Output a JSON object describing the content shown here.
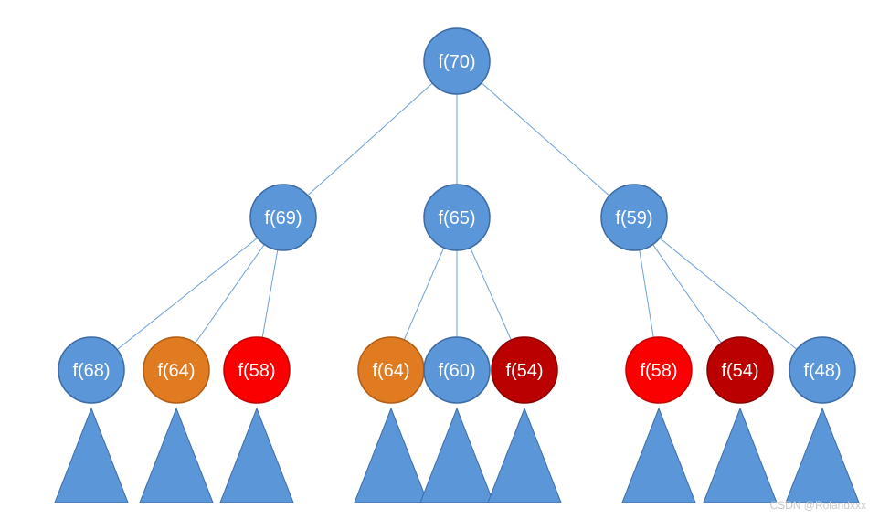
{
  "colors": {
    "blue_fill": "#5b97d8",
    "blue_stroke": "#3c6aa3",
    "orange_fill": "#e07b22",
    "orange_stroke": "#b35d12",
    "red_fill": "#fb0000",
    "red_stroke": "#c40000",
    "darkred_fill": "#bb0000",
    "darkred_stroke": "#8a0000",
    "edge": "#6a9fd8",
    "subtree_fill": "#5b97d8",
    "subtree_stroke": "#3c6aa3"
  },
  "nodes": [
    {
      "id": "n70",
      "label": "f(70)",
      "color": "blue"
    },
    {
      "id": "n69",
      "label": "f(69)",
      "color": "blue"
    },
    {
      "id": "n65",
      "label": "f(65)",
      "color": "blue"
    },
    {
      "id": "n59",
      "label": "f(59)",
      "color": "blue"
    },
    {
      "id": "n68",
      "label": "f(68)",
      "color": "blue"
    },
    {
      "id": "n64a",
      "label": "f(64)",
      "color": "orange"
    },
    {
      "id": "n58a",
      "label": "f(58)",
      "color": "red"
    },
    {
      "id": "n64b",
      "label": "f(64)",
      "color": "orange"
    },
    {
      "id": "n60",
      "label": "f(60)",
      "color": "blue"
    },
    {
      "id": "n54a",
      "label": "f(54)",
      "color": "darkred"
    },
    {
      "id": "n58b",
      "label": "f(58)",
      "color": "red"
    },
    {
      "id": "n54b",
      "label": "f(54)",
      "color": "darkred"
    },
    {
      "id": "n48",
      "label": "f(48)",
      "color": "blue"
    }
  ],
  "edges": [
    [
      "n70",
      "n69"
    ],
    [
      "n70",
      "n65"
    ],
    [
      "n70",
      "n59"
    ],
    [
      "n69",
      "n68"
    ],
    [
      "n69",
      "n64a"
    ],
    [
      "n69",
      "n58a"
    ],
    [
      "n65",
      "n64b"
    ],
    [
      "n65",
      "n60"
    ],
    [
      "n65",
      "n54a"
    ],
    [
      "n59",
      "n58b"
    ],
    [
      "n59",
      "n54b"
    ],
    [
      "n59",
      "n48"
    ]
  ],
  "subtrees": [
    "n68",
    "n64a",
    "n58a",
    "n64b",
    "n60",
    "n54a",
    "n58b",
    "n54b",
    "n48"
  ],
  "watermark": "CSDN @Rolandxxx"
}
